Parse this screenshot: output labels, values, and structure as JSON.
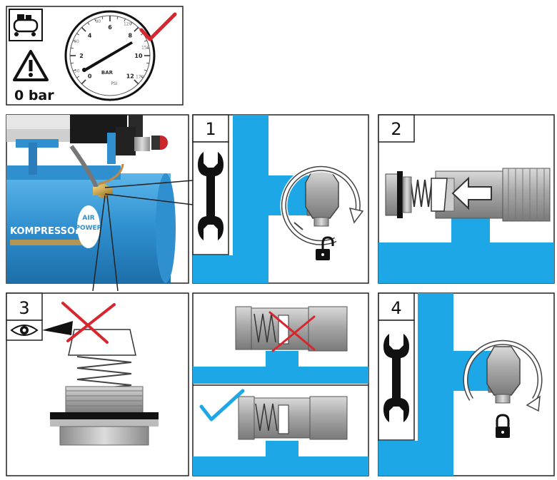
{
  "header_panel": {
    "pressure_label": "0 bar",
    "gauge": {
      "bar_unit": "BAR",
      "psi_unit": "PSI",
      "bar_ticks": [
        "0",
        "2",
        "4",
        "6",
        "8",
        "10",
        "12"
      ],
      "psi_ticks": [
        "30",
        "60",
        "90",
        "120",
        "150",
        "170"
      ]
    }
  },
  "steps": {
    "step1": "1",
    "step2": "2",
    "step3": "3",
    "step4": "4"
  },
  "compressor": {
    "label": "KOMPRESSOR",
    "brand": "AIR POWER"
  },
  "colors": {
    "pipe_blue": "#1ea7e6",
    "body_blue": "#2f8fcf",
    "check_red": "#d8262e",
    "check_blue": "#1ea7e6"
  },
  "icons": {
    "compressor": "compressor-icon",
    "warning": "warning-triangle-icon",
    "wrench": "wrench-icon",
    "unlock": "padlock-open-icon",
    "lock": "padlock-closed-icon",
    "eye": "eye-icon"
  }
}
